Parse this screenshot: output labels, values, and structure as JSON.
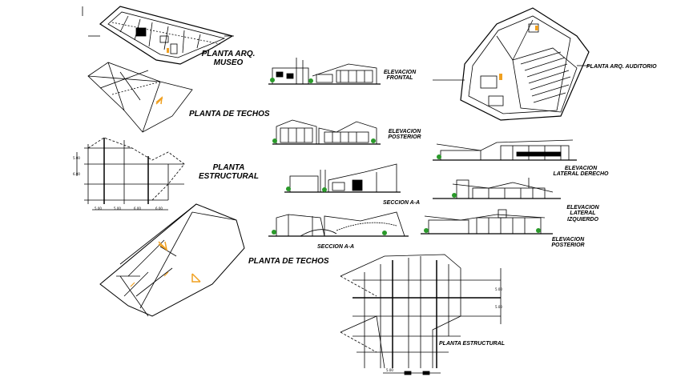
{
  "labels": {
    "planta_museo": [
      "PLANTA ARQ.",
      "MUSEO"
    ],
    "planta_techos_1": "PLANTA DE TECHOS",
    "planta_estructural_1": [
      "PLANTA",
      "ESTRUCTURAL"
    ],
    "planta_techos_2": "PLANTA DE TECHOS",
    "planta_estructural_2": "PLANTA ESTRUCTURAL",
    "elev_frontal": [
      "ELEVACION",
      "FRONTAL"
    ],
    "elev_posterior_1": [
      "ELEVACION",
      "POSTERIOR"
    ],
    "seccion_aa_1": "SECCION A-A",
    "seccion_aa_2": "SECCION A-A",
    "planta_auditorio": "PLANTA ARQ. AUDITORIO",
    "elev_lat_der": [
      "ELEVACION",
      "LATERAL DERECHO"
    ],
    "elev_lat_izq": [
      "ELEVACION",
      "LATERAL",
      "IZQUIERDO"
    ],
    "elev_posterior_2": [
      "ELEVACION",
      "POSTERIOR"
    ]
  },
  "dims": [
    "5.00",
    "5.00",
    "6.00",
    "6.00",
    "5.00",
    "6.00",
    "5.00",
    "5.00",
    "5.00"
  ],
  "colors": {
    "line": "#000000",
    "accent": "#f0a020",
    "vegetation": "#2a9a2a"
  }
}
